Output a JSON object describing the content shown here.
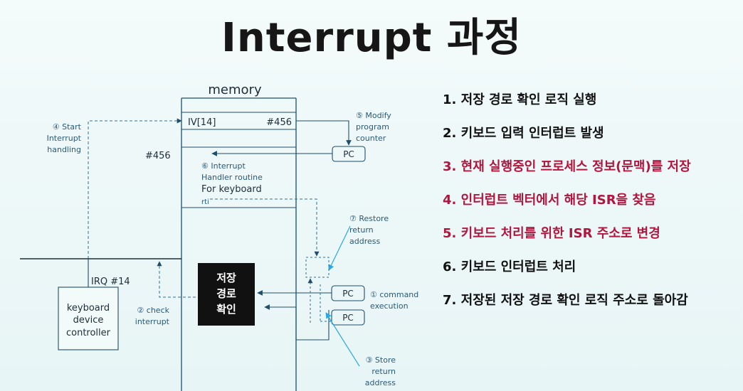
{
  "title": "Interrupt 과정",
  "diagram": {
    "memory_label": "memory",
    "iv_label": "IV[14]",
    "iv_value": "#456",
    "address_label": "#456",
    "handler_lines": [
      "⑥ Interrupt",
      "Handler routine",
      "For keyboard",
      "rti"
    ],
    "step4_lines": [
      "④ Start",
      "Interrupt",
      "handling"
    ],
    "step5_lines": [
      "⑤ Modify",
      "program",
      "counter"
    ],
    "step7_lines": [
      "⑦ Restore",
      "return",
      "address"
    ],
    "step1_lines": [
      "① command",
      "execution"
    ],
    "step2_lines": [
      "② check",
      "interrupt"
    ],
    "step3_lines": [
      "③ Store",
      "return",
      "address"
    ],
    "pc_label": "PC",
    "irq_label": "IRQ #14",
    "keyboard_lines": [
      "keyboard",
      "device",
      "controller"
    ],
    "program_box_lines": [
      "저장",
      "경로",
      "확인"
    ]
  },
  "steps": [
    {
      "text": "1. 저장 경로 확인 로직 실행",
      "color": "#111111"
    },
    {
      "text": "2. 키보드 입력 인터럽트 발생",
      "color": "#111111"
    },
    {
      "text": "3. 현재 실행중인 프로세스 정보(문맥)를 저장",
      "color": "#b0163e"
    },
    {
      "text": "4. 인터럽트 벡터에서 해당 ISR을 찾음",
      "color": "#b0163e"
    },
    {
      "text": "5. 키보드 처리를 위한 ISR 주소로 변경",
      "color": "#b0163e"
    },
    {
      "text": "6. 키보드 인터럽트 처리",
      "color": "#111111"
    },
    {
      "text": "7. 저장된 저장 경로 확인 로직 주소로 돌아감",
      "color": "#111111"
    }
  ],
  "colors": {
    "line": "#1f4d6b",
    "dashed": "#2f6f95",
    "cyan_arrow": "#29a9e0",
    "black_box": "#111111"
  }
}
